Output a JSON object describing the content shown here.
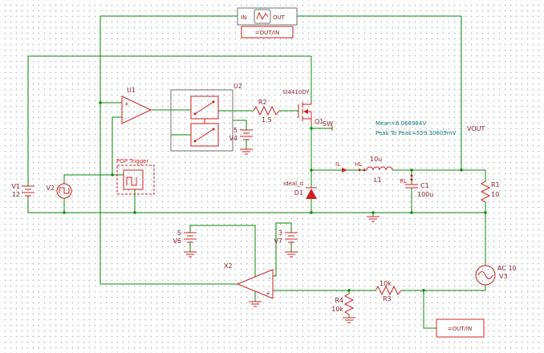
{
  "colors": {
    "wire": "#0a8a0a",
    "symbol": "#cc2020",
    "label": "#8b1f1f",
    "measurement": "#0a7a7a",
    "grid_dot": "#c9c9c9",
    "background": "#ffffff"
  },
  "probe_top": {
    "in_label": "IN",
    "out_label": "OUT",
    "expr": "=OUT/IN"
  },
  "probe_bottom": {
    "expr": "=OUT/IN"
  },
  "annotations": {
    "pop_trigger": "POP Trigger",
    "sw": "SW",
    "vout": "VOUT",
    "mean": "Mean=6.066984V",
    "peak_to_peak": "Peak To Peak=559.30609mV",
    "il": "IL",
    "hl": "HL",
    "rl": "RL"
  },
  "components": {
    "u1": {
      "ref": "U1",
      "plus": "+",
      "minus": "-"
    },
    "u2": {
      "ref": "U2"
    },
    "x2": {
      "ref": "X2",
      "plus": "+",
      "minus": "-"
    },
    "q1": {
      "ref": "Q1",
      "part": "SI4410DY"
    },
    "d1": {
      "ref": "D1",
      "model": "ideal_d"
    },
    "l1": {
      "ref": "L1",
      "value": "10u"
    },
    "c1": {
      "ref": "C1",
      "value": "100u"
    },
    "r1": {
      "ref": "R1",
      "value": "10"
    },
    "r2": {
      "ref": "R2",
      "value": "1.5"
    },
    "r3": {
      "ref": "R3",
      "value": "10k"
    },
    "r4": {
      "ref": "R4",
      "value": "10k"
    },
    "v1": {
      "ref": "V1",
      "value": "12"
    },
    "v2": {
      "ref": "V2"
    },
    "v3": {
      "ref": "V3",
      "value": "AC 10"
    },
    "v4": {
      "ref": "V4",
      "value": "5"
    },
    "v6": {
      "ref": "V6",
      "value": "5"
    },
    "v7": {
      "ref": "V7",
      "value": "3"
    }
  }
}
